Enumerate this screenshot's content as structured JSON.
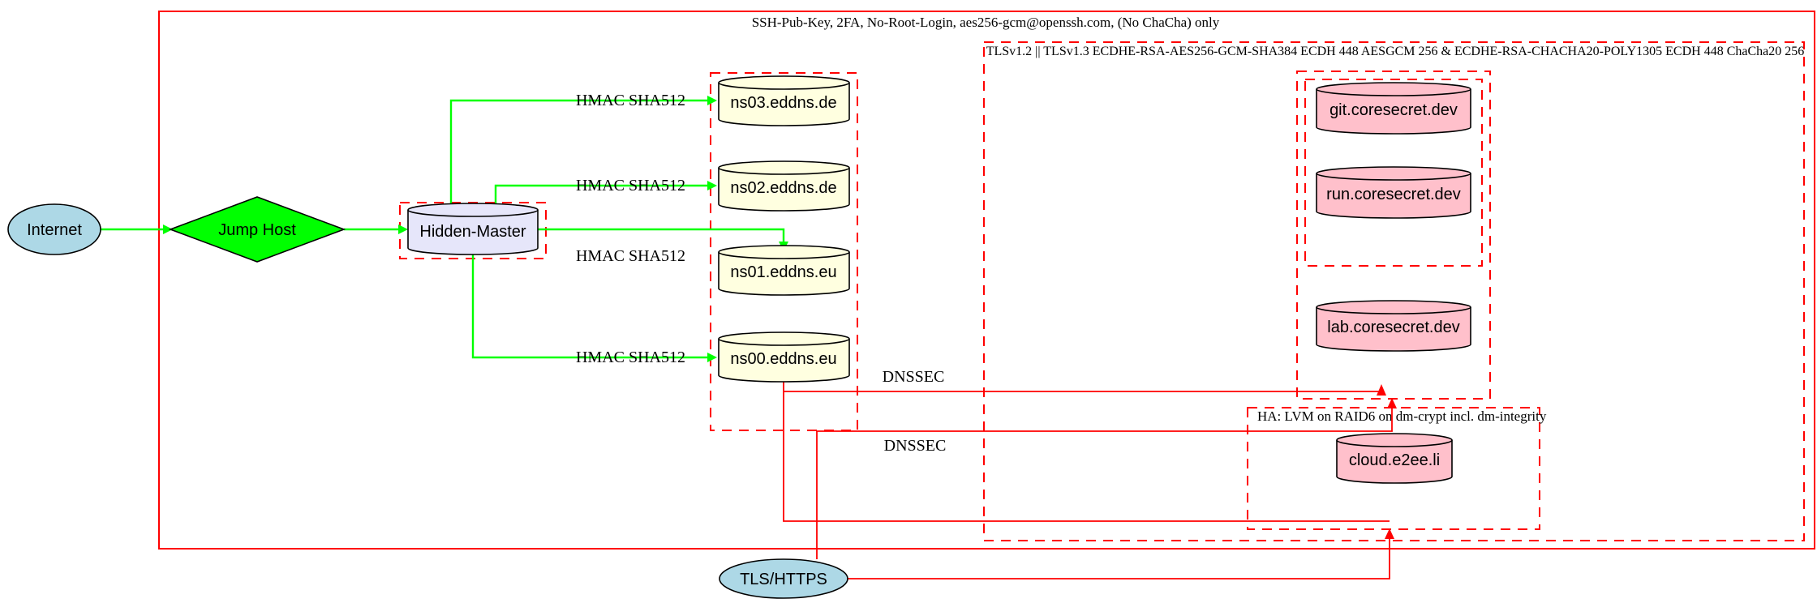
{
  "diagram": {
    "clusters": {
      "ssh": {
        "label": "SSH-Pub-Key, 2FA, No-Root-Login, aes256-gcm@openssh.com, (No ChaCha) only",
        "border": "solid-red"
      },
      "tls": {
        "label": "TLSv1.2 || TLSv1.3 ECDHE-RSA-AES256-GCM-SHA384 ECDH 448 AESGCM 256 & ECDHE-RSA-CHACHA20-POLY1305 ECDH 448 ChaCha20 256",
        "border": "dashed-red"
      },
      "ha": {
        "label": "HA: LVM on RAID6 on dm-crypt incl. dm-integrity",
        "border": "dashed-red"
      },
      "dns": {
        "label": "",
        "border": "dashed-red"
      },
      "hidden_master_box": {
        "label": "",
        "border": "dashed-red"
      },
      "coresecret": {
        "label": "",
        "border": "dashed-red"
      },
      "gitrun": {
        "label": "",
        "border": "dashed-red"
      }
    },
    "nodes": {
      "internet": {
        "label": "Internet",
        "shape": "ellipse",
        "fill": "#ADD8E6"
      },
      "jump_host": {
        "label": "Jump Host",
        "shape": "diamond",
        "fill": "#00FF00"
      },
      "hidden_master": {
        "label": "Hidden-Master",
        "shape": "cylinder",
        "fill": "#E6E6FA"
      },
      "ns03": {
        "label": "ns03.eddns.de",
        "shape": "cylinder",
        "fill": "#FFFFE0"
      },
      "ns02": {
        "label": "ns02.eddns.de",
        "shape": "cylinder",
        "fill": "#FFFFE0"
      },
      "ns01": {
        "label": "ns01.eddns.eu",
        "shape": "cylinder",
        "fill": "#FFFFE0"
      },
      "ns00": {
        "label": "ns00.eddns.eu",
        "shape": "cylinder",
        "fill": "#FFFFE0"
      },
      "git": {
        "label": "git.coresecret.dev",
        "shape": "cylinder",
        "fill": "#FFC0CB"
      },
      "run": {
        "label": "run.coresecret.dev",
        "shape": "cylinder",
        "fill": "#FFC0CB"
      },
      "lab": {
        "label": "lab.coresecret.dev",
        "shape": "cylinder",
        "fill": "#FFC0CB"
      },
      "cloud": {
        "label": "cloud.e2ee.li",
        "shape": "cylinder",
        "fill": "#FFC0CB"
      },
      "tls_https": {
        "label": "TLS/HTTPS",
        "shape": "ellipse",
        "fill": "#ADD8E6"
      }
    },
    "edge_labels": {
      "hmac1": "HMAC SHA512",
      "hmac2": "HMAC SHA512",
      "hmac3": "HMAC SHA512",
      "hmac4": "HMAC SHA512",
      "dnssec1": "DNSSEC",
      "dnssec2": "DNSSEC"
    },
    "colors": {
      "edge_green": "#00FF00",
      "edge_red": "#FF0000",
      "cluster_red": "#FF0000",
      "node_blue": "#ADD8E6",
      "node_green": "#00FF00",
      "node_lavender": "#E6E6FA",
      "node_lightyellow": "#FFFFE0",
      "node_pink": "#FFC0CB",
      "background": "#FFFFFF"
    }
  }
}
